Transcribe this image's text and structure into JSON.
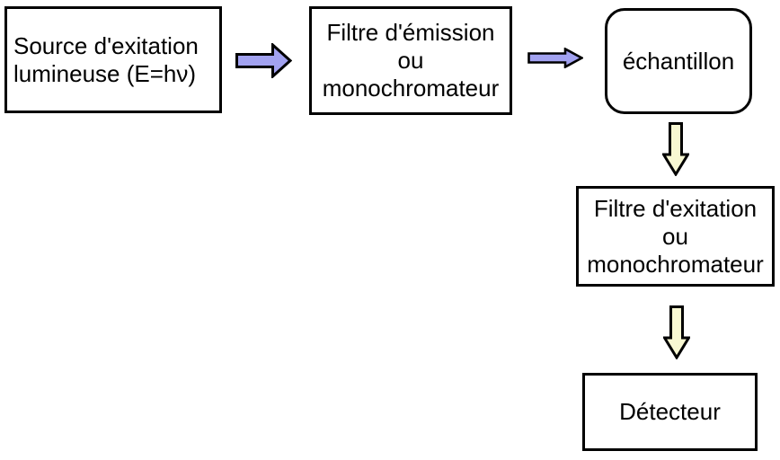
{
  "colors": {
    "background": "#ffffff",
    "box_fill": "#ffffff",
    "box_border": "#000000",
    "text": "#000000",
    "arrow_blue_fill": "#a2a2f0",
    "arrow_yellow_fill": "#f8f8d2",
    "arrow_outline": "#000000"
  },
  "boxes": {
    "source": {
      "line1": "Source d'exitation",
      "line2": "lumineuse (E=hν)"
    },
    "filtre_emission": {
      "line1": "Filtre d'émission",
      "line2": "ou",
      "line3": "monochromateur"
    },
    "echantillon": {
      "line1": "échantillon"
    },
    "filtre_exitation": {
      "line1": "Filtre d'exitation",
      "line2": "ou",
      "line3": "monochromateur"
    },
    "detecteur": {
      "line1": "Détecteur"
    }
  },
  "arrows": {
    "source_to_filtre": {
      "direction": "right"
    },
    "filtre_to_echantillon": {
      "direction": "right"
    },
    "echantillon_to_filtre": {
      "direction": "down"
    },
    "filtre_to_detecteur": {
      "direction": "down"
    }
  }
}
